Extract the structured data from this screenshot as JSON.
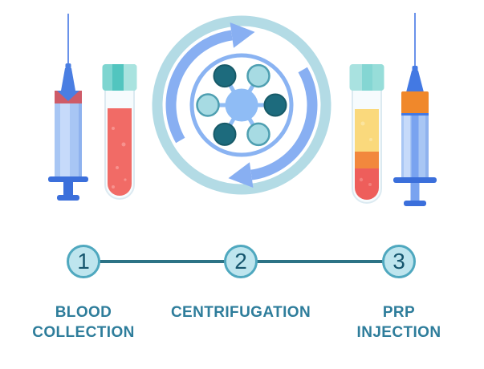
{
  "title_hidden": "",
  "steps": [
    {
      "number": "1",
      "label": "BLOOD\nCOLLECTION",
      "icon_names": [
        "blood-syringe-icon",
        "blood-test-tube-icon"
      ]
    },
    {
      "number": "2",
      "label": "CENTRIFUGATION",
      "icon_names": [
        "centrifuge-icon"
      ]
    },
    {
      "number": "3",
      "label": "PRP\nINJECTION",
      "icon_names": [
        "prp-test-tube-icon",
        "prp-injection-syringe-icon"
      ]
    }
  ],
  "palette": {
    "background": "#FFFFFF",
    "label_teal": "#2E7D9B",
    "step_number": "#16566E",
    "step_circle_fill": "#BEE5EE",
    "step_circle_border": "#4FA8BF",
    "connector": "#2C7386",
    "blood_red": "#F16B66",
    "plasma_yellow": "#FAD97C",
    "buffy_coat_orange": "#F2883D",
    "prp_orange": "#F0882B",
    "syringe_royal_blue": "#3B6FDB",
    "syringe_barrel_blue": "#A8C6F4",
    "needle_blue": "#5A87E8",
    "tube_cap_teal": "#6FCFC9",
    "centrifuge_outer_ring": "#B3DBE5",
    "centrifuge_arrow_blue": "#88AFF2",
    "molecule_hub_blue": "#8FBCF5",
    "molecule_dark_teal": "#1D6B7D",
    "molecule_light_cyan": "#A7DBE3"
  }
}
